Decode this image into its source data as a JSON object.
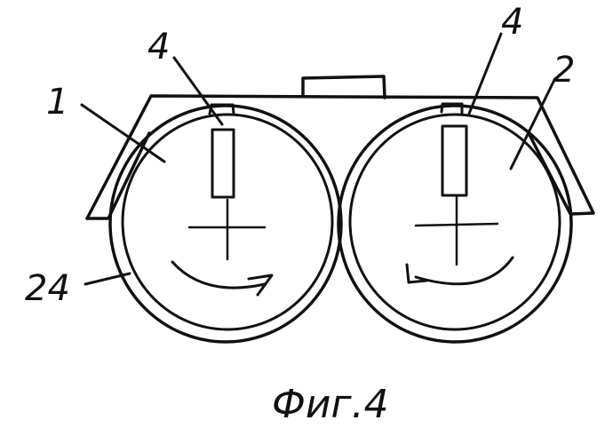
{
  "labels": {
    "left_roller": "1",
    "right_roller": "2",
    "left_marker": "4",
    "right_marker": "4",
    "outer_shell": "24"
  },
  "caption": "Фиг.4"
}
